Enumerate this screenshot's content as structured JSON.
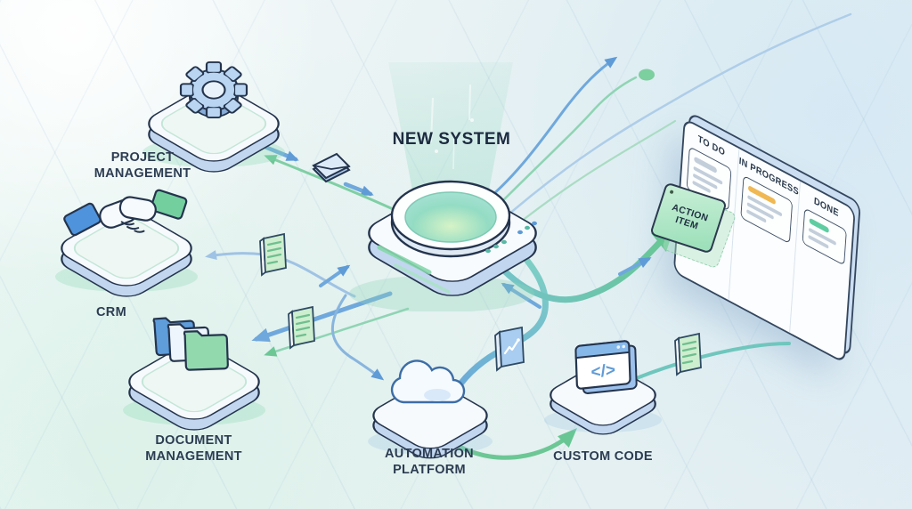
{
  "nodes": {
    "project_management": {
      "label": "PROJECT MANAGEMENT",
      "icon": "gear-icon"
    },
    "crm": {
      "label": "CRM",
      "icon": "handshake-icon"
    },
    "document_management": {
      "label": "DOCUMENT MANAGEMENT",
      "icon": "folders-icon"
    },
    "new_system": {
      "label": "NEW SYSTEM",
      "icon": "glowing-portal-icon"
    },
    "automation_platform": {
      "label": "AUTOMATION PLATFORM",
      "icon": "cloud-icon"
    },
    "custom_code": {
      "label": "CUSTOM CODE",
      "icon": "code-window-icon",
      "icon_text": "</>"
    }
  },
  "kanban": {
    "columns": [
      {
        "label": "TO DO",
        "card_accent": "#c3cedb"
      },
      {
        "label": "IN PROGRESS",
        "card_accent": "#f0b852"
      },
      {
        "label": "DONE",
        "card_accent": "#5ecda2"
      }
    ],
    "action_card_label": "ACTION ITEM"
  },
  "floating_icons": [
    "envelope-icon",
    "document-icon",
    "document-icon",
    "chart-icon",
    "document-icon"
  ],
  "colors": {
    "outline_navy": "#24344d",
    "arrow_blue": "#5f9bd6",
    "arrow_green": "#6cc795",
    "line_teal": "#6fc6bd",
    "light_blue_line": "#9fc3e4",
    "light_green_line": "#a9dcc3",
    "portal_teal": "#94dcc4",
    "in_progress_accent": "#f0b852",
    "done_accent": "#5ecda2",
    "platform_side_blue": "#c2d6f0",
    "sleeve_blue": "#4f93dc",
    "sleeve_green": "#74cf9f"
  }
}
